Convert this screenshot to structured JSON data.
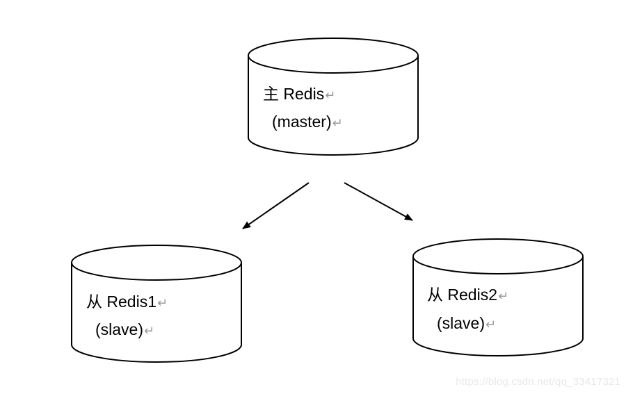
{
  "nodes": {
    "master": {
      "line1": "主 Redis",
      "line2": "(master)",
      "return_mark": "↵"
    },
    "slave1": {
      "line1": "从 Redis1",
      "line2": "(slave)",
      "return_mark": "↵"
    },
    "slave2": {
      "line1": "从 Redis2",
      "line2": "(slave)",
      "return_mark": "↵"
    }
  },
  "edges": [
    {
      "from": "master",
      "to": "slave1"
    },
    {
      "from": "master",
      "to": "slave2"
    }
  ],
  "watermark": "https://blog.csdn.net/qq_33417321"
}
